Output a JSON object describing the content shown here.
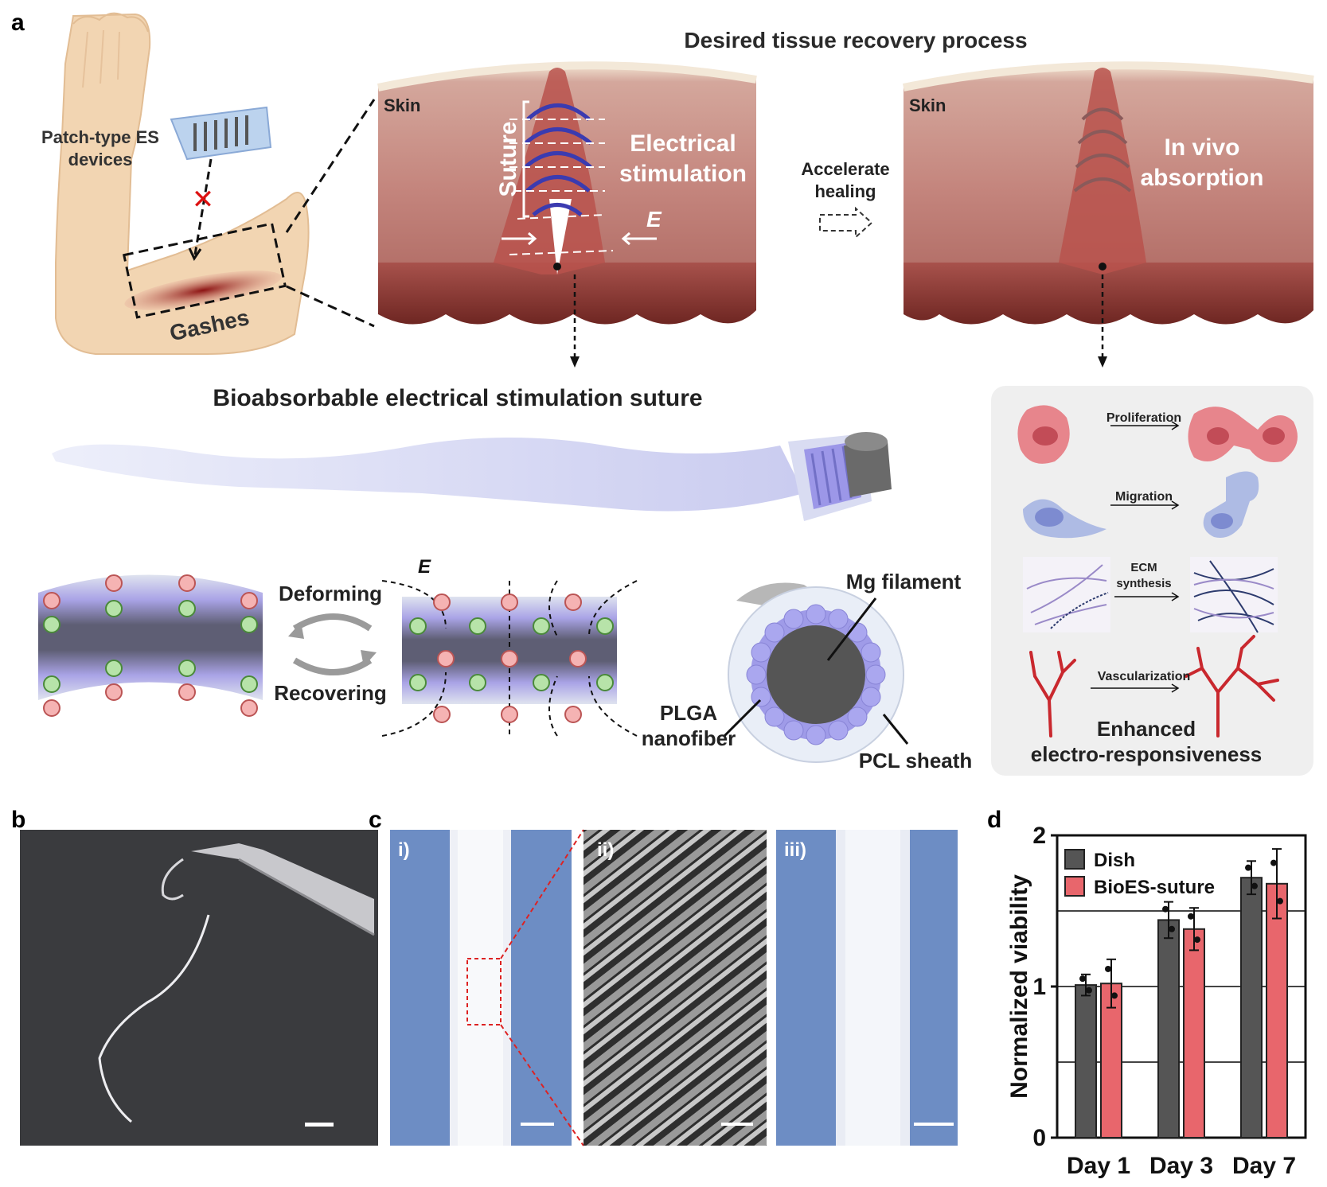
{
  "panel_labels": {
    "a": "a",
    "b": "b",
    "c": "c",
    "d": "d"
  },
  "panel_a": {
    "title": "Desired tissue recovery process",
    "patch_label_line1": "Patch-type ES",
    "patch_label_line2": "devices",
    "gashes": "Gashes",
    "skin_left": "Skin",
    "suture": "Suture",
    "es_line1": "Electrical",
    "es_line2": "stimulation",
    "field_E": "E",
    "accelerate_line1": "Accelerate",
    "accelerate_line2": "healing",
    "skin_right": "Skin",
    "invivo_line1": "In vivo",
    "invivo_line2": "absorption",
    "bioes_title": "Bioabsorbable  electrical  stimulation  suture",
    "deforming": "Deforming",
    "recovering": "Recovering",
    "field_E2": "E",
    "mg_filament": "Mg filament",
    "plga_line1": "PLGA",
    "plga_line2": "nanofiber",
    "pcl_sheath": "PCL sheath",
    "proliferation": "Proliferation",
    "migration": "Migration",
    "ecm_line1": "ECM",
    "ecm_line2": "synthesis",
    "vascularization": "Vascularization",
    "enhanced_line1": "Enhanced",
    "enhanced_line2": "electro-responsiveness"
  },
  "panel_c": {
    "sub1": "i)",
    "sub2": "ii)",
    "sub3": "iii)"
  },
  "chart_data": {
    "type": "bar",
    "categories": [
      "Day 1",
      "Day 3",
      "Day 7"
    ],
    "series": [
      {
        "name": "Dish",
        "values": [
          1.01,
          1.44,
          1.72
        ],
        "errors": [
          0.07,
          0.12,
          0.11
        ],
        "color": "#555555"
      },
      {
        "name": "BioES-suture",
        "values": [
          1.02,
          1.38,
          1.68
        ],
        "errors": [
          0.16,
          0.14,
          0.23
        ],
        "color": "#e8666c"
      }
    ],
    "ylabel": "Normalized viability",
    "ylim": [
      0,
      2
    ],
    "yticks": [
      "0",
      "1",
      "2"
    ],
    "grid": true,
    "legend": "top-left"
  },
  "colors": {
    "skin": "#c9928a",
    "dermis": "#9a4a44",
    "fiber": "#a8a8f0",
    "micrograph_blue": "#6d8dc4",
    "panel_bg": "#efefef"
  }
}
